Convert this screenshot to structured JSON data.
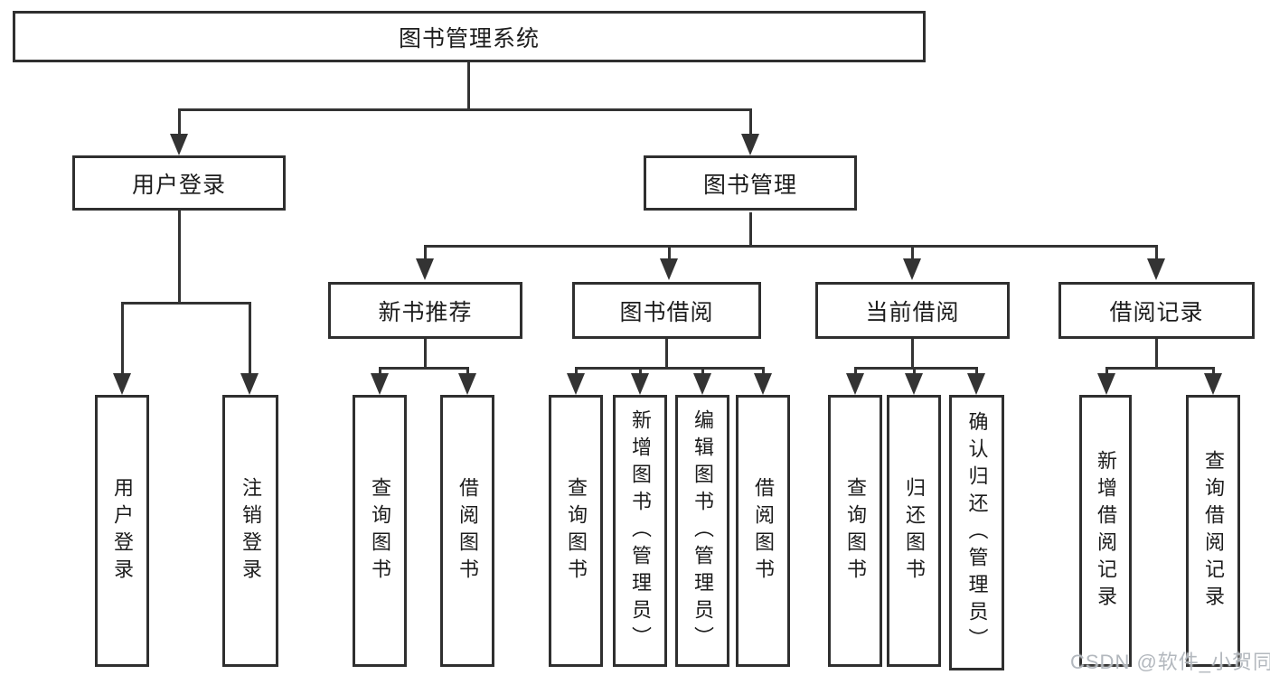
{
  "diagram": {
    "type": "hierarchy-tree",
    "tree": {
      "label": "图书管理系统",
      "children": [
        {
          "label": "用户登录",
          "children": [
            {
              "label": "用户登录"
            },
            {
              "label": "注销登录"
            }
          ]
        },
        {
          "label": "图书管理",
          "children": [
            {
              "label": "新书推荐",
              "children": [
                {
                  "label": "查询图书"
                },
                {
                  "label": "借阅图书"
                }
              ]
            },
            {
              "label": "图书借阅",
              "children": [
                {
                  "label": "查询图书"
                },
                {
                  "label": "新增图书（管理员）"
                },
                {
                  "label": "编辑图书（管理员）"
                },
                {
                  "label": "借阅图书"
                }
              ]
            },
            {
              "label": "当前借阅",
              "children": [
                {
                  "label": "查询图书"
                },
                {
                  "label": "归还图书"
                },
                {
                  "label": "确认归还（管理员）"
                }
              ]
            },
            {
              "label": "借阅记录",
              "children": [
                {
                  "label": "新增借阅记录"
                },
                {
                  "label": "查询借阅记录"
                }
              ]
            }
          ]
        }
      ]
    },
    "watermark": "CSDN @软件_小贺同学",
    "colors": {
      "line": "#333333",
      "box_border": "#2f2f2f",
      "text": "#1c1c1c",
      "background": "#ffffff",
      "watermark": "#afb4ba"
    }
  }
}
